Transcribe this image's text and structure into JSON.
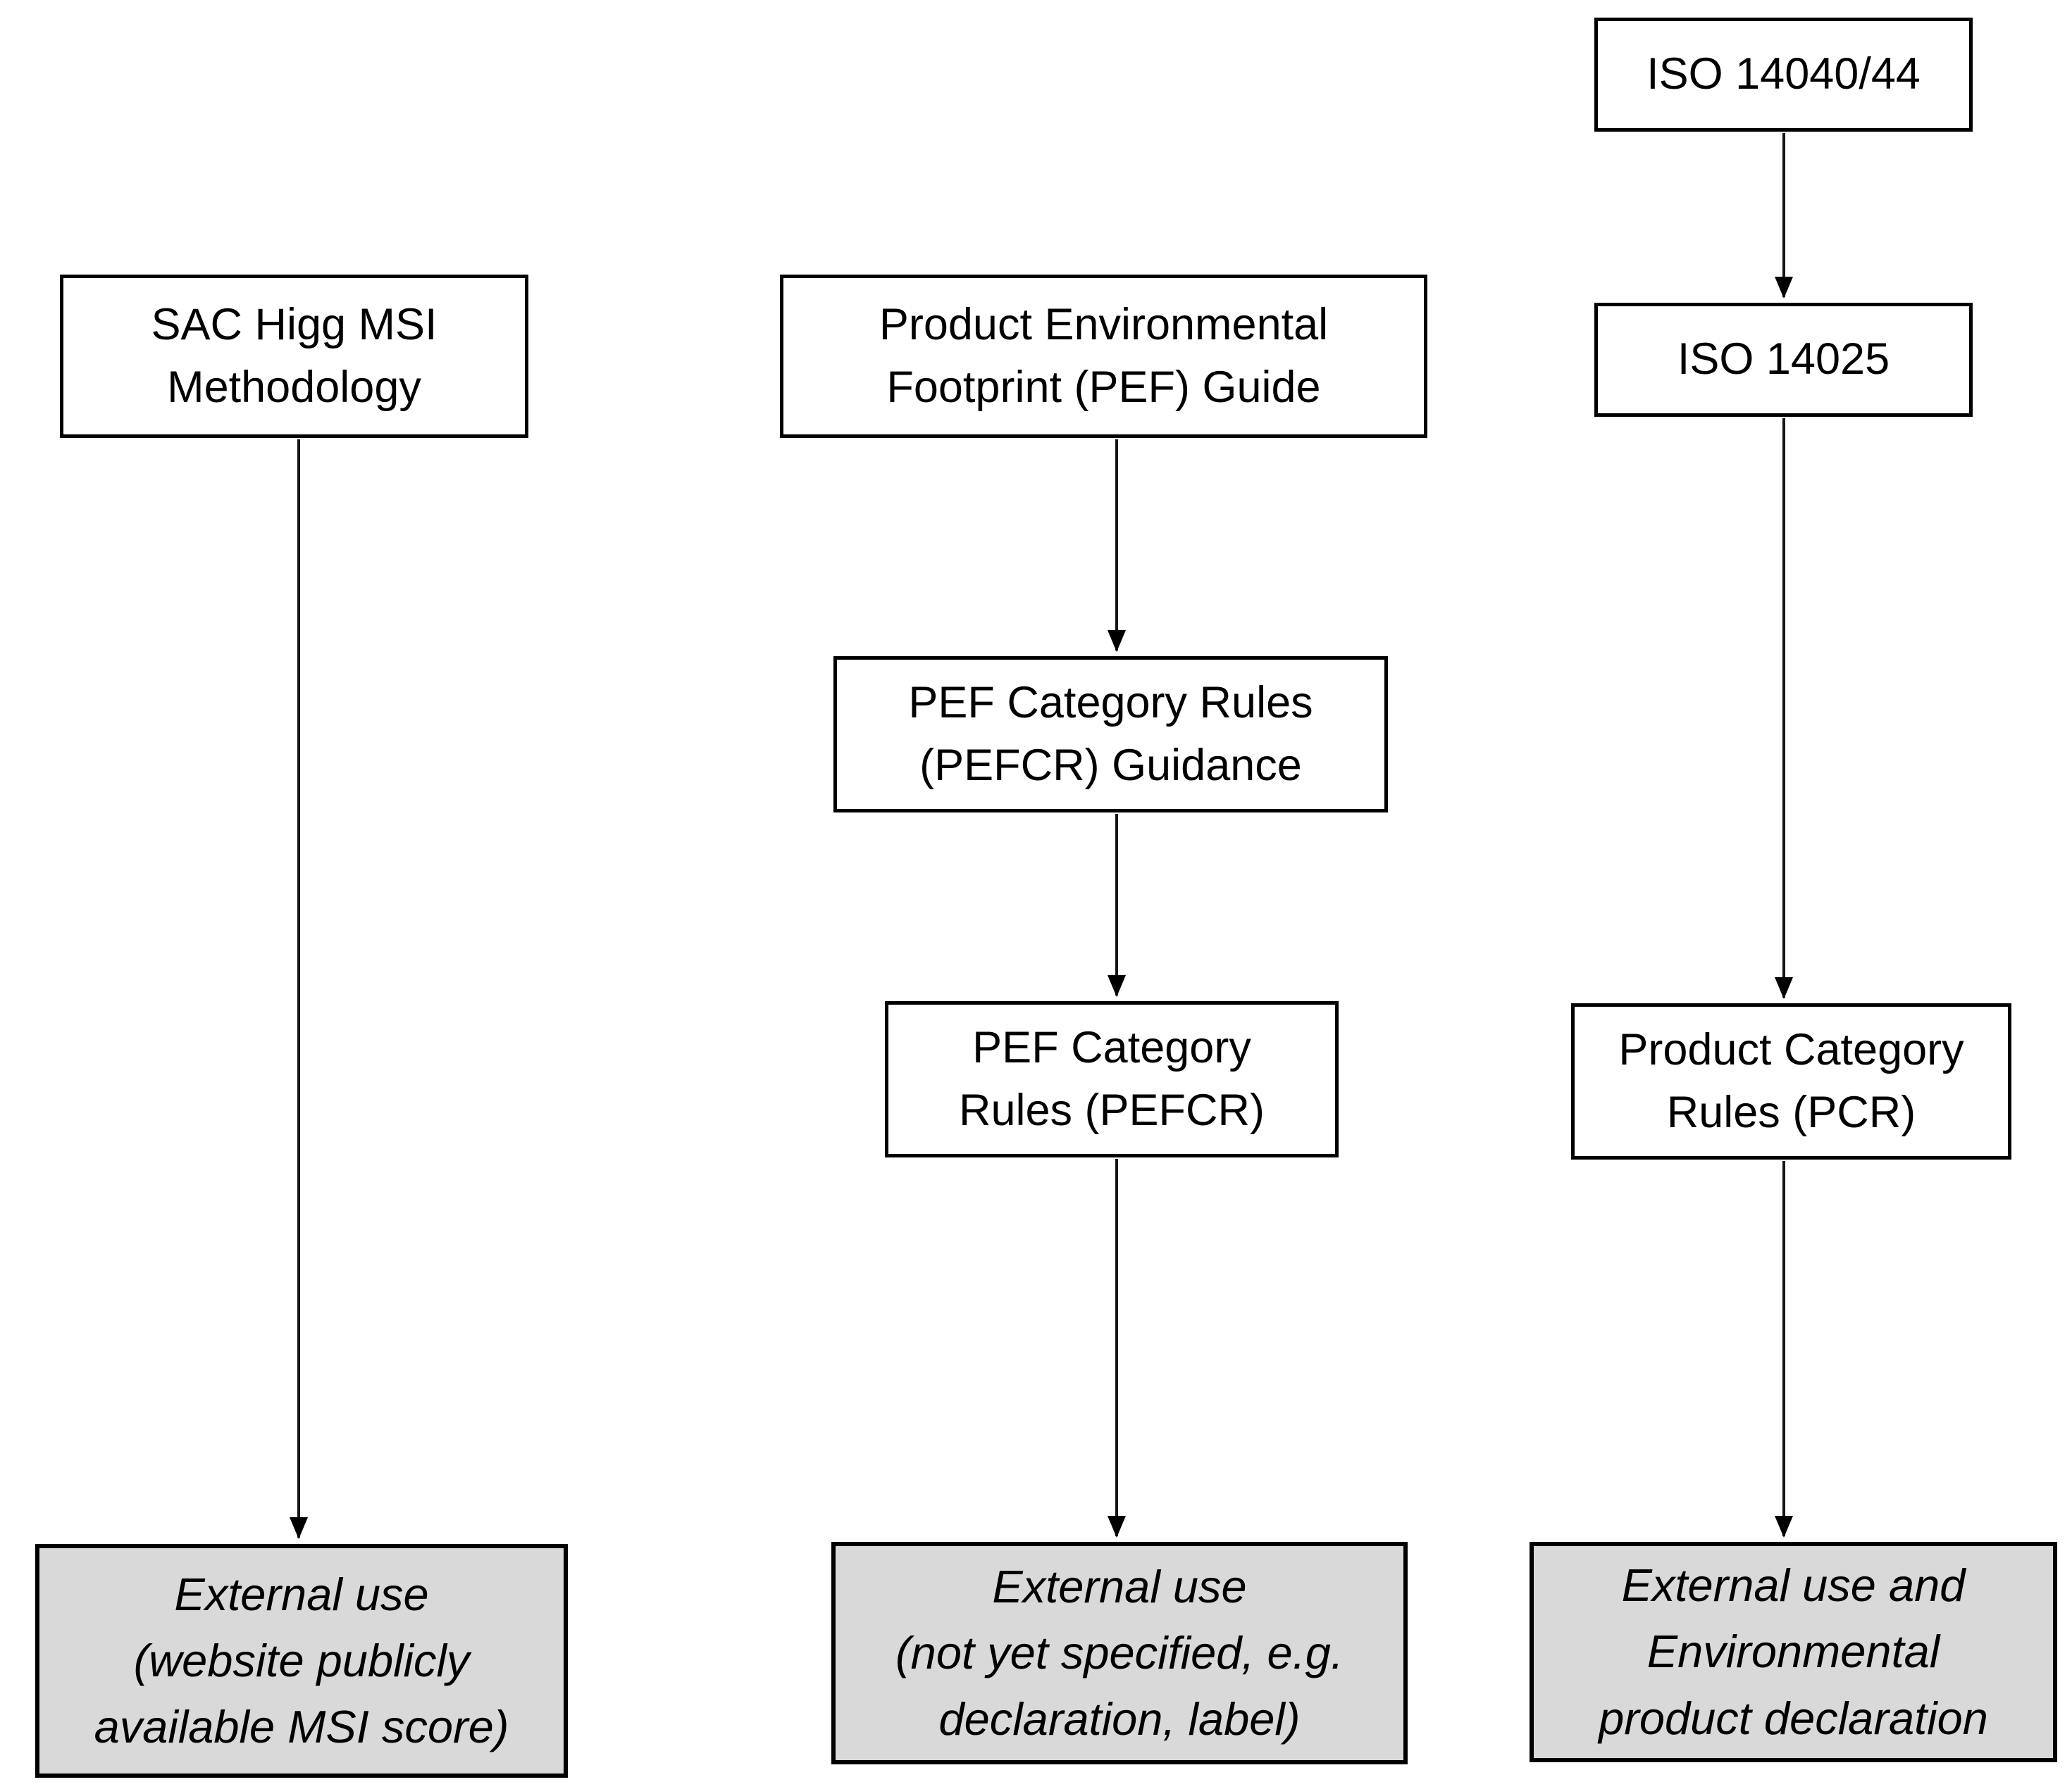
{
  "colors": {
    "canvas_bg": "#ffffff",
    "box_fill": "#ffffff",
    "terminal_fill": "#d9d9d9",
    "border": "#000000",
    "text": "#000000",
    "arrow": "#161616"
  },
  "nodes": {
    "sac_higg_msi": {
      "lines": [
        "SAC Higg MSI",
        "Methodology"
      ]
    },
    "pef_guide": {
      "lines": [
        "Product Environmental",
        "Footprint (PEF) Guide"
      ]
    },
    "pefcr_guidance": {
      "lines": [
        "PEF Category Rules",
        "(PEFCR) Guidance"
      ]
    },
    "pefcr": {
      "lines": [
        "PEF Category",
        "Rules (PEFCR)"
      ]
    },
    "iso_14040_44": {
      "lines": [
        "ISO 14040/44"
      ]
    },
    "iso_14025": {
      "lines": [
        "ISO 14025"
      ]
    },
    "pcr": {
      "lines": [
        "Product Category",
        "Rules (PCR)"
      ]
    },
    "external_use_msi": {
      "lines": [
        "External use",
        "(website publicly",
        "available MSI score)"
      ]
    },
    "external_use_pef": {
      "lines": [
        "External use",
        "(not yet specified, e.g.",
        "declaration, label)"
      ]
    },
    "external_use_epd": {
      "lines": [
        "External use and",
        "Environmental",
        "product declaration"
      ]
    }
  },
  "edges": [
    {
      "from": "sac_higg_msi",
      "to": "external_use_msi"
    },
    {
      "from": "pef_guide",
      "to": "pefcr_guidance"
    },
    {
      "from": "pefcr_guidance",
      "to": "pefcr"
    },
    {
      "from": "pefcr",
      "to": "external_use_pef"
    },
    {
      "from": "iso_14040_44",
      "to": "iso_14025"
    },
    {
      "from": "iso_14025",
      "to": "pcr"
    },
    {
      "from": "pcr",
      "to": "external_use_epd"
    }
  ]
}
